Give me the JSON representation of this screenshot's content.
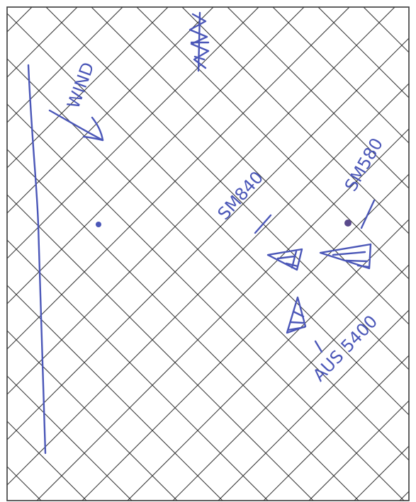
{
  "labels": {
    "wind": "WIND",
    "boat_top": "SM840",
    "boat_right": "SM580",
    "boat_bottom": "AUS 5400"
  },
  "colors": {
    "ink": "#4b57b8",
    "grid": "#3a3a3a",
    "paper": "#ffffff"
  },
  "icons": {
    "wind_arrow": "wind-arrow-icon",
    "top_mark": "scribbled-mark-icon"
  }
}
